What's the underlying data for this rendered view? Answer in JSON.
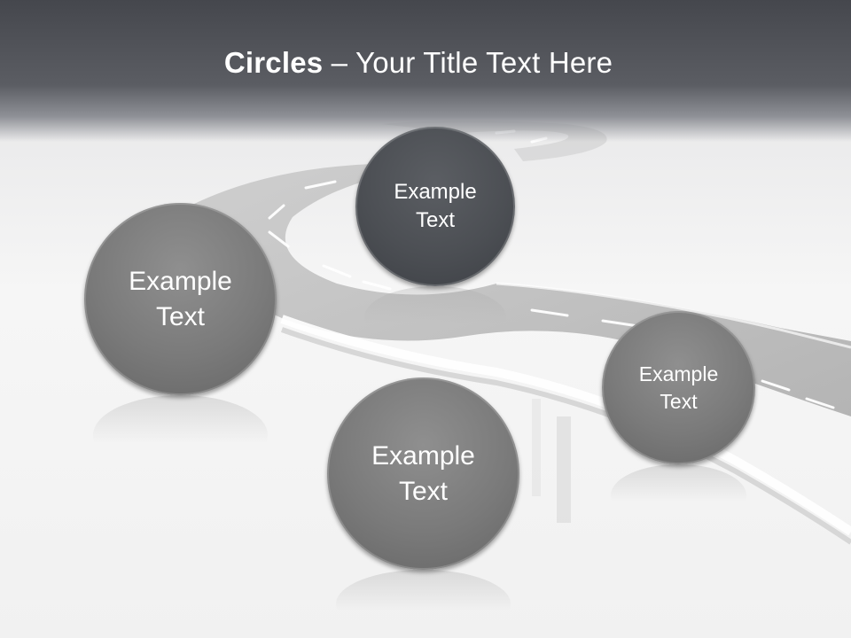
{
  "title": {
    "bold": "Circles",
    "rest": " – Your Title Text Here"
  },
  "circles": [
    {
      "line1": "Example",
      "line2": "Text"
    },
    {
      "line1": "Example",
      "line2": "Text"
    },
    {
      "line1": "Example",
      "line2": "Text"
    },
    {
      "line1": "Example",
      "line2": "Text"
    }
  ],
  "colors": {
    "header": "#4a4c52",
    "circle_gray": "#7a7a7a",
    "circle_dark": "#4c4f54",
    "road": "#b4b4b4",
    "background": "#f3f3f3"
  }
}
